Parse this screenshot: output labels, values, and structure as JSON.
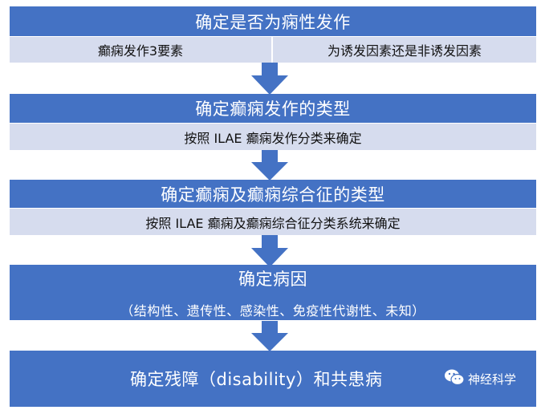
{
  "steps": {
    "s1": {
      "title": "确定是否为痫性发作",
      "left": "癫痫发作3要素",
      "right": "为诱发因素还是非诱发因素"
    },
    "s2": {
      "title": "确定癫痫发作的类型",
      "sub": "按照 ILAE 癫痫发作分类来确定"
    },
    "s3": {
      "title": "确定癫痫及癫痫综合征的类型",
      "sub": "按照 ILAE 癫痫及癫痫综合征分类系统来确定"
    },
    "s4": {
      "title": "确定病因",
      "sub": "（结构性、遗传性、感染性、免疫性代谢性、未知）"
    },
    "s5": {
      "title": "确定残障（disability）和共患病"
    }
  },
  "watermark": {
    "text": "神经科学",
    "icon": "wechat-icon"
  },
  "colors": {
    "bar": "#4472C4",
    "sub": "#D6DCEE",
    "arrow": "#4472C4"
  }
}
